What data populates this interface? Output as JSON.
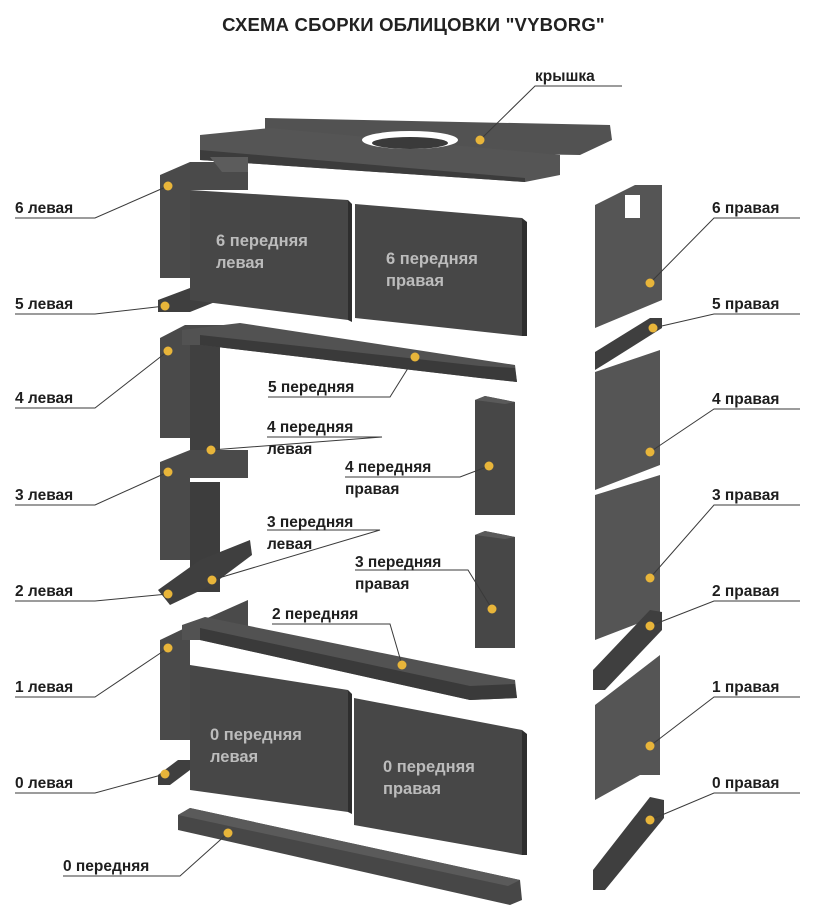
{
  "title": "СХЕМА СБОРКИ ОБЛИЦОВКИ  \"VYBORG\"",
  "colors": {
    "dot": "#e8b53a",
    "panel": "#474747",
    "panel_top": "#5a5a5a",
    "panel_dark": "#333333",
    "panel_label": "#bcbcbc"
  },
  "labels": {
    "lid": "крышка",
    "left": [
      "0 левая",
      "1 левая",
      "2 левая",
      "3 левая",
      "4 левая",
      "5 левая",
      "6 левая"
    ],
    "right": [
      "0 правая",
      "1 правая",
      "2 правая",
      "3 правая",
      "4 правая",
      "5 правая",
      "6 правая"
    ],
    "front0": "0 передняя",
    "front2": "2 передняя",
    "front5": "5 передняя",
    "front3_left": [
      "3 передняя",
      "левая"
    ],
    "front3_right": [
      "3 передняя",
      "правая"
    ],
    "front4_left": [
      "4 передняя",
      "левая"
    ],
    "front4_right": [
      "4 передняя",
      "правая"
    ]
  },
  "panel_labels": {
    "p6_left": [
      "6 передняя",
      "левая"
    ],
    "p6_right": [
      "6 передняя",
      "правая"
    ],
    "p0_left": [
      "0 передняя",
      "левая"
    ],
    "p0_right": [
      "0 передняя",
      "правая"
    ]
  }
}
